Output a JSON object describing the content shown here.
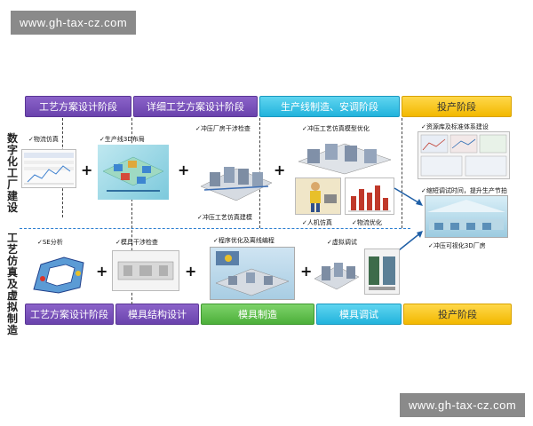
{
  "watermark": {
    "text": "www.gh-tax-cz.com"
  },
  "top_stages": [
    "工艺方案设计阶段",
    "详细工艺方案设计阶段",
    "生产线制造、安调阶段",
    "投产阶段"
  ],
  "bottom_stages": [
    "工艺方案设计阶段",
    "模具结构设计",
    "模具制造",
    "模具调试",
    "投产阶段"
  ],
  "side_labels": {
    "top": "数字化工厂建设",
    "bottom": "工艺仿真及虚拟制造"
  },
  "top_items": {
    "logistics": "物流仿真",
    "line_layout": "生产线3D布局",
    "press_interference": "冲压厂房干涉检查",
    "press_modeling": "冲压工艺仿真建模",
    "model_optimize": "冲压工艺仿真模型优化",
    "ergonomics": "人机仿真",
    "logistics_opt": "物流优化",
    "resource_lib": "资源库及标准体系建设",
    "shorten_debug": "缩短调试时间，提升生产节拍",
    "visual_3d": "冲压可视化3D厂房"
  },
  "bottom_items": {
    "se_analysis": "SE分析",
    "die_interference": "模具干涉检查",
    "program_opt": "程序优化及离线编程",
    "virtual_debug": "虚拟调试"
  },
  "colors": {
    "purple": "#7a52bd",
    "cyan": "#2fbfe3",
    "yellow": "#f7c51c",
    "green": "#5cbf47"
  }
}
